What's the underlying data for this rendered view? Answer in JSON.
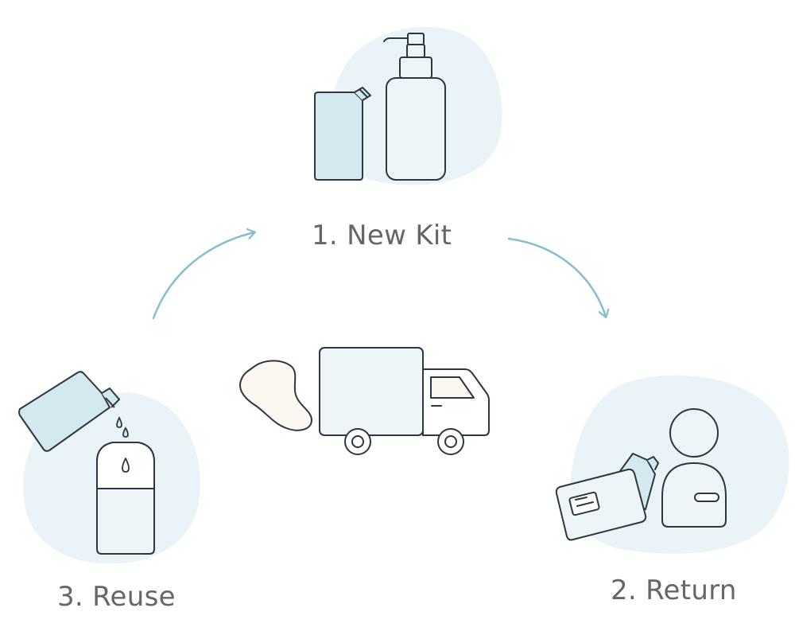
{
  "steps": [
    {
      "label": "1. New Kit"
    },
    {
      "label": "2. Return"
    },
    {
      "label": "3. Reuse"
    }
  ],
  "colors": {
    "blob": "#EAF3F8",
    "fill_blue": "#D4E8EF",
    "fill_light": "#EEF5F8",
    "stroke": "#2D3740",
    "arrow": "#87BFCB",
    "smoke": "#FCF7F0",
    "label_text": "#666666"
  },
  "icons": [
    "refill-pouch-icon",
    "pump-bottle-icon",
    "delivery-truck-icon",
    "exhaust-smoke-icon",
    "person-icon",
    "return-package-icon",
    "pouring-pouch-icon",
    "water-drop-icon",
    "dispenser-bottle-icon",
    "cycle-arrow-icon"
  ]
}
